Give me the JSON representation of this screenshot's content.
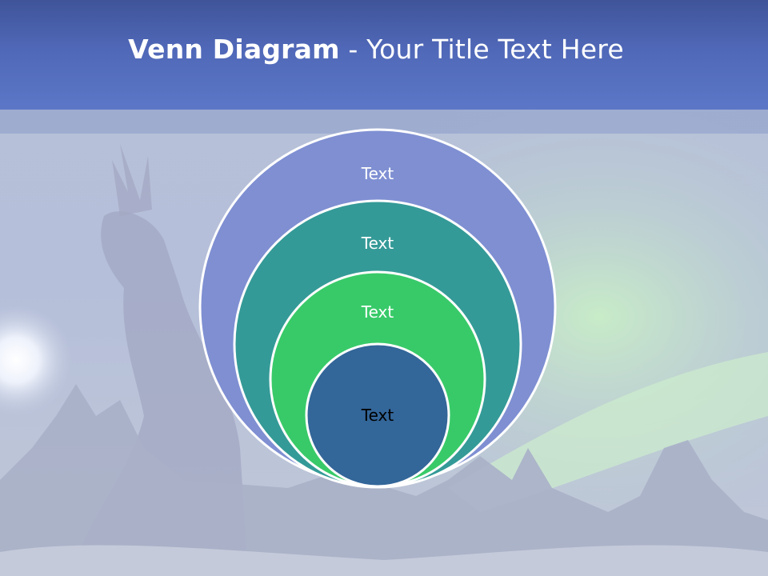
{
  "slide": {
    "title_bold": "Venn Diagram",
    "title_rest": " - Your Title Text Here"
  },
  "diagram": {
    "circles": [
      {
        "label": "Text",
        "fill": "#7f8fd2",
        "text_color": "#ffffff"
      },
      {
        "label": "Text",
        "fill": "#349a97",
        "text_color": "#ffffff"
      },
      {
        "label": "Text",
        "fill": "#38ca69",
        "text_color": "#ffffff"
      },
      {
        "label": "Text",
        "fill": "#336699",
        "text_color": "#000000"
      }
    ]
  },
  "colors": {
    "header": "#5068b8",
    "circle_stroke": "#ffffff"
  }
}
